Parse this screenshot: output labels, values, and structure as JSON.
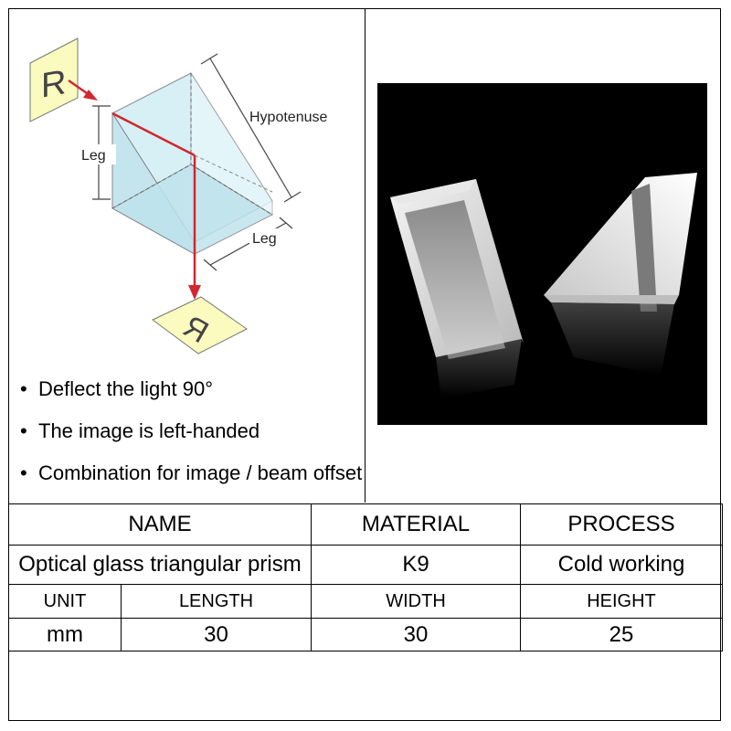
{
  "diagram": {
    "hypotenuse_label": "Hypotenuse",
    "leg_label_left": "Leg",
    "leg_label_bottom": "Leg",
    "image_letter": "R",
    "beam_color": "#d0282e",
    "card_color": "#fbfbbf",
    "glass_color": "#bfe6f0"
  },
  "features": [
    "Deflect the light 90°",
    "The image is left-handed",
    "Combination for image / beam offset"
  ],
  "spec_table": {
    "headers": {
      "name": "NAME",
      "material": "MATERIAL",
      "process": "PROCESS"
    },
    "values": {
      "name": "Optical glass triangular prism",
      "material": "K9",
      "process": "Cold working"
    },
    "dim_headers": {
      "unit": "UNIT",
      "length": "LENGTH",
      "width": "WIDTH",
      "height": "HEIGHT"
    },
    "dim_values": {
      "unit": "mm",
      "length": "30",
      "width": "30",
      "height": "25"
    }
  }
}
